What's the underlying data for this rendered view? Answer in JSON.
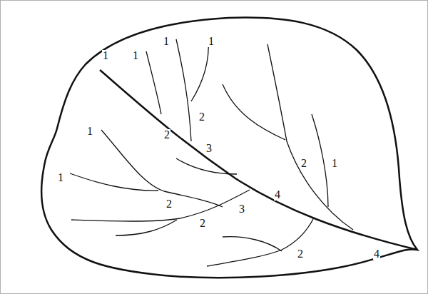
{
  "diagram": {
    "labels": [
      "1",
      "1",
      "1",
      "1",
      "1",
      "2",
      "2",
      "3",
      "2",
      "1",
      "1",
      "4",
      "2",
      "3",
      "2",
      "2",
      "4"
    ]
  }
}
